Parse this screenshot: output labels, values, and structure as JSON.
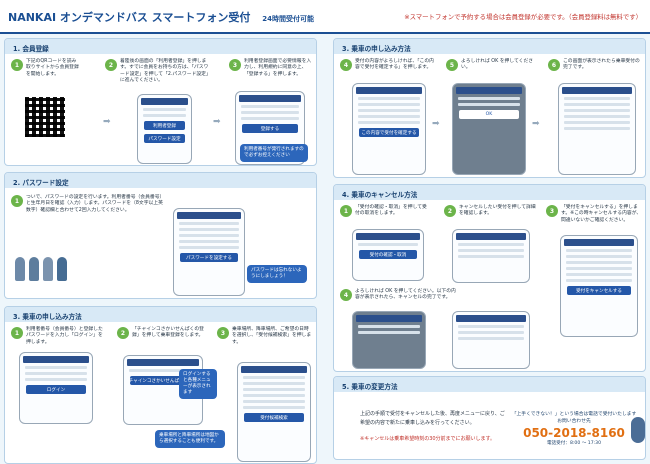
{
  "header": {
    "brand": "NANKAI オンデマンドバス スマートフォン受付",
    "brand_badge": "24時間受付可能",
    "notice": "※スマートフォンで予約する場合は会員登録が必要です。（会員登録料は無料です）"
  },
  "sections": [
    {
      "title": "1. 会員登録",
      "steps": [
        "下記のQRコードを読み取りサイトから会員登録を開始します。",
        "着陸後の画面の「利用者登録」を押します。すでに会員をお持ちの方は、「パスワード設定」を押して「2.パスワード設定」に進んでください。",
        "利用者登録画面で必要情報を入力し、利用規約に同意の上、「登録する」を押します。"
      ],
      "phone": {
        "register_button": "利用者登録",
        "password_button": "パスワード設定",
        "submit_button": "登録する",
        "bubble": "利用者番号が発行されますので必ずお控えください"
      }
    },
    {
      "title": "2. パスワード設定",
      "steps": [
        "ついで、パスワードの設定を行います。利用者番号（会員番号）と生年月日を確認（入力）します。パスワードを（8文字以上英数字）確認欄と合わせて2回入力してください。"
      ],
      "phone": {
        "submit_button": "パスワードを設定する",
        "bubble": "パスワードは忘れないようにしましょう！"
      }
    },
    {
      "title": "3. 乗車の申し込み方法",
      "steps": [
        "利用者番号（会員番号）と登録したパスワードを入力し「ログイン」を押します。",
        "「チャインコさかいせんぱくの登録」を押して乗車登録をします。",
        "乗車場所、降車場所、ご希望の日時を選択し、「受付候補検索」を押します。"
      ],
      "phone": {
        "login_button": "ログイン",
        "menu_button": "チャインコさかいせんぱくの登録",
        "search_button": "受付候補検索",
        "bubble1": "ログインすると各種メニューが表示されます",
        "bubble2": "乗車場所と降車場所は地図から選択することも便利です。"
      }
    },
    {
      "title": "3. 乗車の申し込み方法",
      "steps": [
        "受付の内容がよろしければ、「この内容で受付を確定する」を押します。",
        "よろしければ OK を押してください。",
        "この画面が表示されたら乗車受付の完了です。"
      ],
      "phone": {
        "confirm_button": "この内容で受付を確定する",
        "ok_button": "OK"
      }
    },
    {
      "title": "4. 乗車のキャンセル方法",
      "steps": [
        "「受付の確認・取消」を押して受付の取消をします。",
        "キャンセルしたい受付を押して詳細を確認します。",
        "「受付をキャンセルする」を押します。※この時キャンセルする内容が、間違いないかご確認ください。",
        "よろしければ OK を押してください。以下の内容が表示されたら、キャンセルの完了です。"
      ],
      "phone": {
        "check_button": "受付の確認・取消",
        "cancel_button": "受付をキャンセルする"
      }
    },
    {
      "title": "5. 乗車の変更方法",
      "steps": [
        "上記の手順で受付をキャンセルした後、再度メニューに戻り、ご希望の内容で新たに乗車し込みを行ってください。"
      ],
      "note": "※キャンセルは乗車希望時刻の30分前までにお願いします。",
      "contact": {
        "label": "お問い合わせ先",
        "title": "「上手くできない！」という場合は電話で受付いたします",
        "phone": "050-2018-8160",
        "hours": "電話受付：8:00 〜 17:30"
      }
    }
  ]
}
